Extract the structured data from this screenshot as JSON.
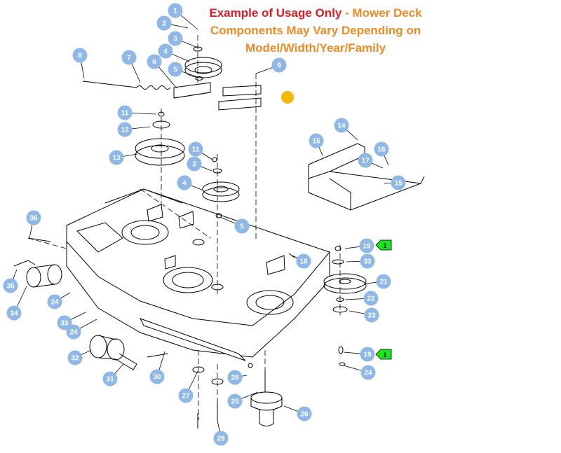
{
  "title": {
    "line1_red": "Example of Usage Only",
    "line1_orange": " - Mower Deck",
    "line2": "Components May Vary Depending on",
    "line3": "Model/Width/Year/Family"
  },
  "colors": {
    "callout_fill": "#8fb8e6",
    "callout_text": "#ffffff",
    "flag_fill": "#19e619",
    "title_red": "#e01b24",
    "title_orange": "#f08a24",
    "marker_dot": "#f5b800",
    "line": "#000000"
  },
  "callouts": [
    "1",
    "2",
    "3",
    "4",
    "5",
    "6",
    "7",
    "8",
    "9",
    "11",
    "12",
    "13",
    "11",
    "3",
    "4",
    "5",
    "14",
    "15",
    "16",
    "17",
    "15",
    "36",
    "18",
    "19",
    "33",
    "21",
    "22",
    "23",
    "35",
    "34",
    "24",
    "33",
    "24",
    "32",
    "31",
    "30",
    "27",
    "28",
    "25",
    "26",
    "29",
    "19",
    "24"
  ],
  "flags": [
    "1",
    "1"
  ]
}
